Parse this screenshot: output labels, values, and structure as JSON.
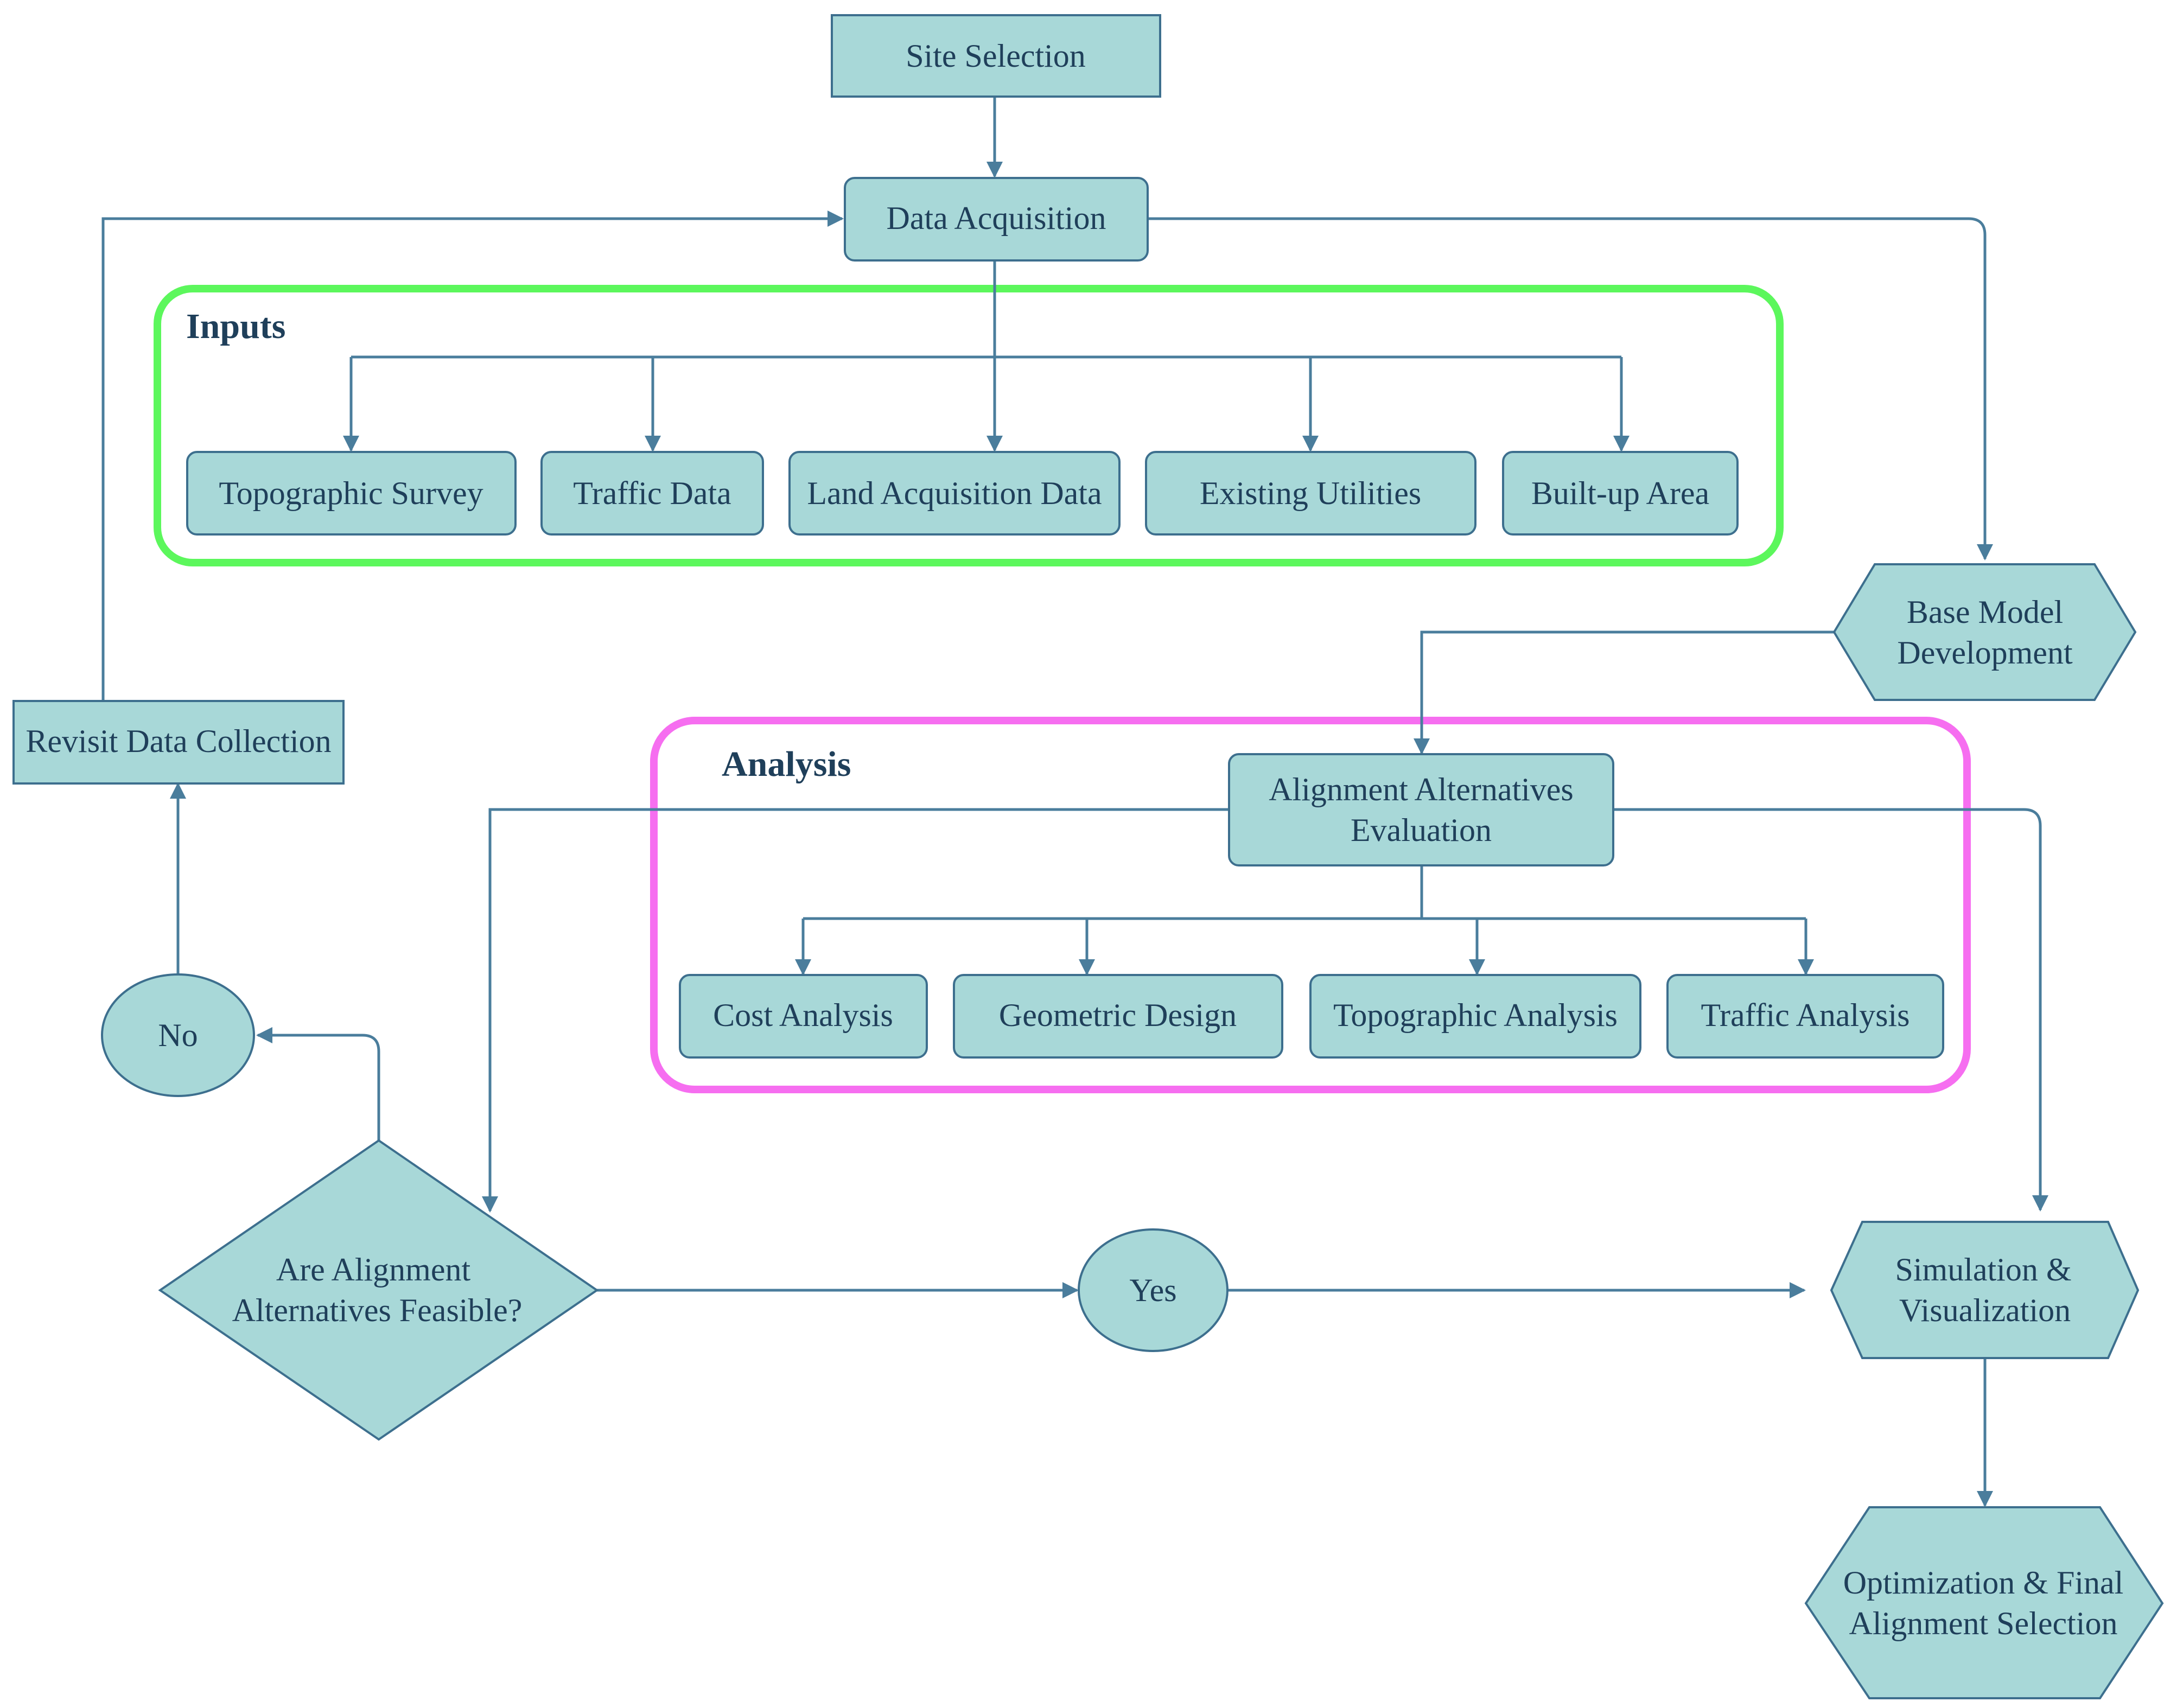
{
  "nodes": {
    "site_selection": "Site Selection",
    "data_acquisition": "Data Acquisition",
    "topographic_survey": "Topographic Survey",
    "traffic_data": "Traffic Data",
    "land_acquisition_data": "Land Acquisition Data",
    "existing_utilities": "Existing Utilities",
    "built_up_area": "Built-up Area",
    "base_model_line1": "Base Model",
    "base_model_line2": "Development",
    "revisit_data_collection": "Revisit Data Collection",
    "alignment_eval_line1": "Alignment Alternatives",
    "alignment_eval_line2": "Evaluation",
    "cost_analysis": "Cost Analysis",
    "geometric_design": "Geometric Design",
    "topographic_analysis": "Topographic Analysis",
    "traffic_analysis": "Traffic Analysis",
    "no": "No",
    "feasible_line1": "Are Alignment",
    "feasible_line2": "Alternatives Feasible?",
    "yes": "Yes",
    "simulation_line1": "Simulation &",
    "simulation_line2": "Visualization",
    "optimization_line1": "Optimization & Final",
    "optimization_line2": "Alignment Selection"
  },
  "groups": {
    "inputs": "Inputs",
    "analysis": "Analysis"
  },
  "colors": {
    "node_fill": "#a8d8d8",
    "node_stroke": "#3d6f8e",
    "edge": "#4a7d9c",
    "inputs_group_border": "#5cf75c",
    "analysis_group_border": "#f66ef0",
    "text": "#1f3f5a"
  }
}
